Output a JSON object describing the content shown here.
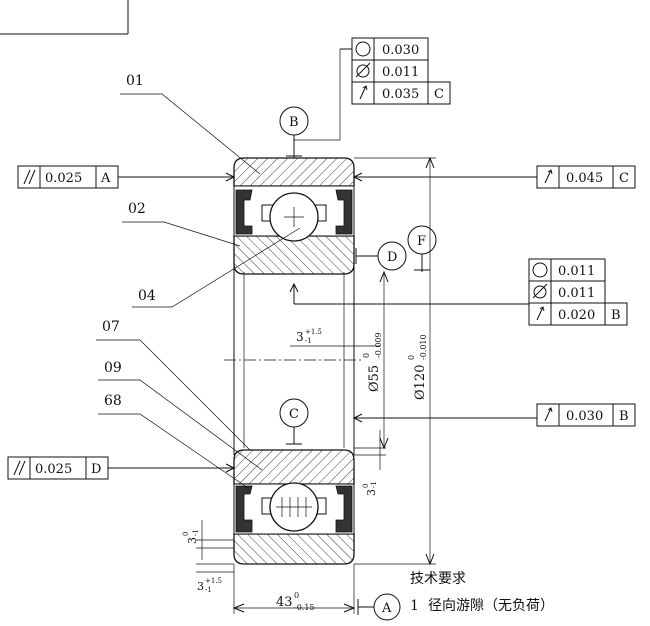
{
  "fcf": {
    "top_right": [
      {
        "symbol": "circularity",
        "value": "0.030",
        "datum": ""
      },
      {
        "symbol": "cylindricity",
        "value": "0.011",
        "datum": ""
      },
      {
        "symbol": "runout",
        "value": "0.035",
        "datum": "C"
      }
    ],
    "left_top": {
      "symbol": "parallelism",
      "value": "0.025",
      "datum": "A"
    },
    "right_top": {
      "symbol": "runout",
      "value": "0.045",
      "datum": "C"
    },
    "right_mid": [
      {
        "symbol": "circularity",
        "value": "0.011",
        "datum": ""
      },
      {
        "symbol": "cylindricity",
        "value": "0.011",
        "datum": ""
      },
      {
        "symbol": "runout",
        "value": "0.020",
        "datum": "B"
      }
    ],
    "right_low": {
      "symbol": "runout",
      "value": "0.030",
      "datum": "B"
    },
    "left_low": {
      "symbol": "parallelism",
      "value": "0.025",
      "datum": "D"
    }
  },
  "datums": {
    "b": "B",
    "c": "C",
    "d": "D",
    "f": "F",
    "a": "A"
  },
  "parts": {
    "p01": "01",
    "p02": "02",
    "p04": "04",
    "p07": "07",
    "p09": "09",
    "p68": "68"
  },
  "dims": {
    "bore": "Ø55",
    "bore_tol_top": "0",
    "bore_tol_bot": "-0.009",
    "outer": "Ø120",
    "outer_tol_top": "0",
    "outer_tol_bot": "-0.010",
    "width": "43",
    "width_tol_top": "0",
    "width_tol_bot": "-0.15",
    "offset_top": "3",
    "offset_top_tol": "+1.5",
    "offset_top_tol2": "-1",
    "side_a": "3",
    "side_a_tol_top": "0",
    "side_a_tol_bot": "-1",
    "side_b": "3",
    "side_b_tol_top": "0",
    "side_b_tol_bot": "-1",
    "bottom": "3",
    "bottom_tol_top": "+1.5",
    "bottom_tol_bot": "-1"
  },
  "notes": {
    "title": "技术要求",
    "item1_num": "1",
    "item1_text": "径向游隙（无负荷）"
  },
  "icons": {
    "parallelism": "parallelism-icon",
    "circularity": "circularity-icon",
    "cylindricity": "cylindricity-icon",
    "runout": "runout-icon"
  }
}
